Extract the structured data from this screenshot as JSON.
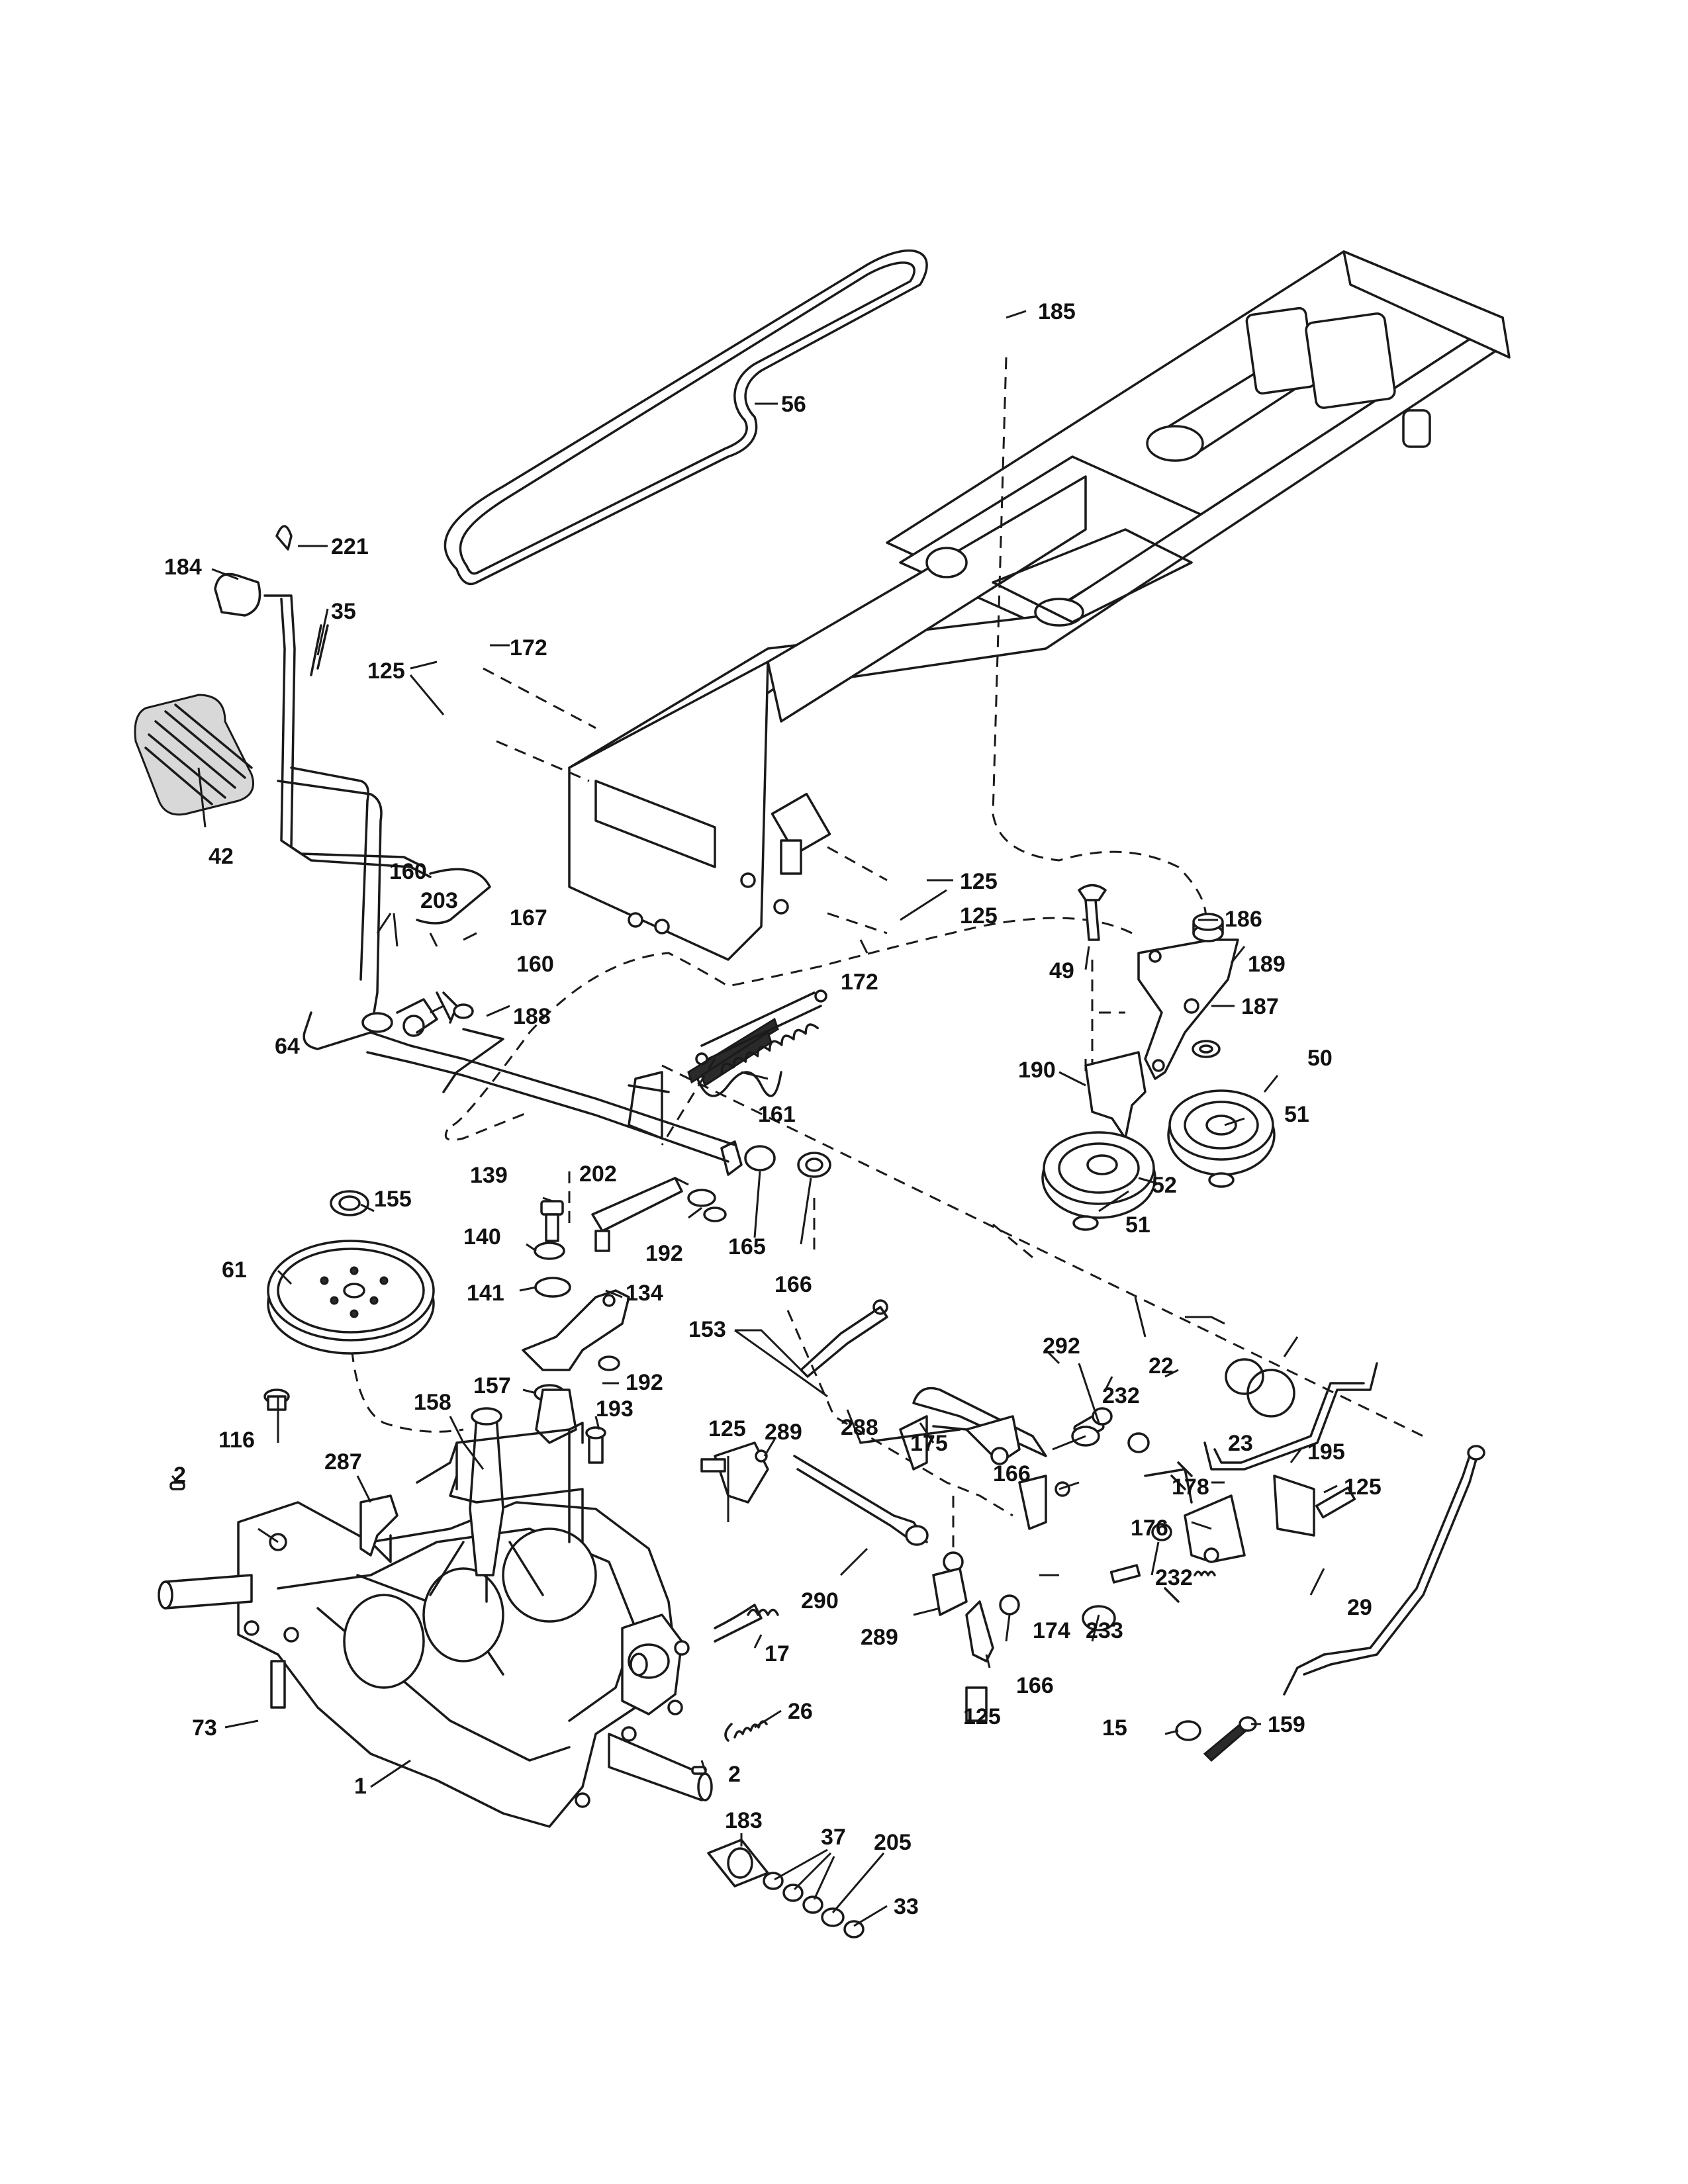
{
  "callouts": {
    "c1": "1",
    "c2a": "2",
    "c2b": "2",
    "c15": "15",
    "c17": "17",
    "c22": "22",
    "c23": "23",
    "c26": "26",
    "c29": "29",
    "c33": "33",
    "c35": "35",
    "c37": "37",
    "c42": "42",
    "c49": "49",
    "c50": "50",
    "c51a": "51",
    "c51b": "51",
    "c52": "52",
    "c56": "56",
    "c61": "61",
    "c64": "64",
    "c73": "73",
    "c116": "116",
    "c125a": "125",
    "c125b": "125",
    "c125c": "125",
    "c125d": "125",
    "c125e": "125",
    "c125f": "125",
    "c134": "134",
    "c139": "139",
    "c140": "140",
    "c141": "141",
    "c153": "153",
    "c155": "155",
    "c157": "157",
    "c158": "158",
    "c159": "159",
    "c160a": "160",
    "c160b": "160",
    "c161": "161",
    "c165": "165",
    "c166a": "166",
    "c166b": "166",
    "c166c": "166",
    "c167": "167",
    "c172a": "172",
    "c172b": "172",
    "c174": "174",
    "c175": "175",
    "c176": "176",
    "c178": "178",
    "c183": "183",
    "c184": "184",
    "c185": "185",
    "c186": "186",
    "c187": "187",
    "c188": "188",
    "c189": "189",
    "c190": "190",
    "c192a": "192",
    "c192b": "192",
    "c193": "193",
    "c195": "195",
    "c202": "202",
    "c203": "203",
    "c205": "205",
    "c221": "221",
    "c232a": "232",
    "c232b": "232",
    "c233": "233",
    "c287": "287",
    "c288": "288",
    "c289a": "289",
    "c289b": "289",
    "c290": "290",
    "c292": "292"
  }
}
